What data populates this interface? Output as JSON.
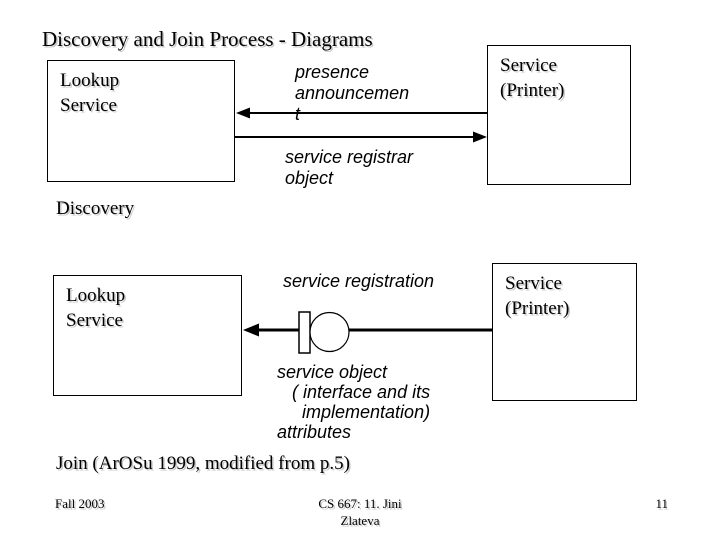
{
  "slide": {
    "title": "Discovery and Join Process - Diagrams",
    "footer": {
      "left": "Fall 2003",
      "center": "CS 667: 11. Jini\nZlateva",
      "page_number": "11"
    }
  },
  "discovery_diagram": {
    "section_label": "Discovery",
    "lookup_box": "Lookup\nService",
    "service_box": "Service\n(Printer)",
    "presence_label": "presence\nannouncemen\nt",
    "registrar_label": "service registrar\nobject"
  },
  "join_diagram": {
    "section_label": "Join (ArOSu 1999, modified from p.5)",
    "lookup_box": "Lookup\nService",
    "service_box": "Service\n(Printer)",
    "registration_label": "service registration",
    "object_label": "service object\n   ( interface and its\n     implementation)\nattributes"
  },
  "colors": {
    "background": "#ffffff",
    "line": "#000000",
    "text": "#000000",
    "text_shadow": "#c8c8c8"
  }
}
